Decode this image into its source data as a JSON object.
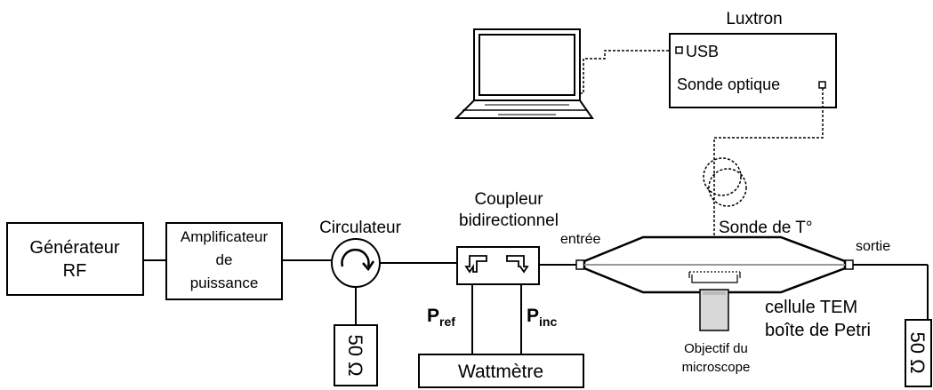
{
  "luxtron": {
    "title": "Luxtron",
    "usb_label": "USB",
    "probe_label": "Sonde optique"
  },
  "generator": {
    "line1": "Générateur",
    "line2": "RF"
  },
  "amplifier": {
    "line1": "Amplificateur",
    "line2": "de",
    "line3": "puissance"
  },
  "circulator": {
    "label": "Circulateur"
  },
  "load_left": {
    "label": "50 Ω"
  },
  "coupler": {
    "line1": "Coupleur",
    "line2": "bidirectionnel"
  },
  "power_ref": {
    "main": "P",
    "sub": "ref"
  },
  "power_inc": {
    "main": "P",
    "sub": "inc"
  },
  "wattmeter": {
    "label": "Wattmètre"
  },
  "tem_cell": {
    "input_label": "entrée",
    "output_label": "sortie",
    "probe_label": "Sonde de T°",
    "cell_label": "cellule TEM",
    "dish_label": "boîte de Petri"
  },
  "objective": {
    "line1": "Objectif du",
    "line2": "microscope"
  },
  "load_right": {
    "label": "50 Ω"
  },
  "colors": {
    "stroke": "#000000",
    "background": "#ffffff",
    "objective_fill": "#d8d8d8"
  }
}
